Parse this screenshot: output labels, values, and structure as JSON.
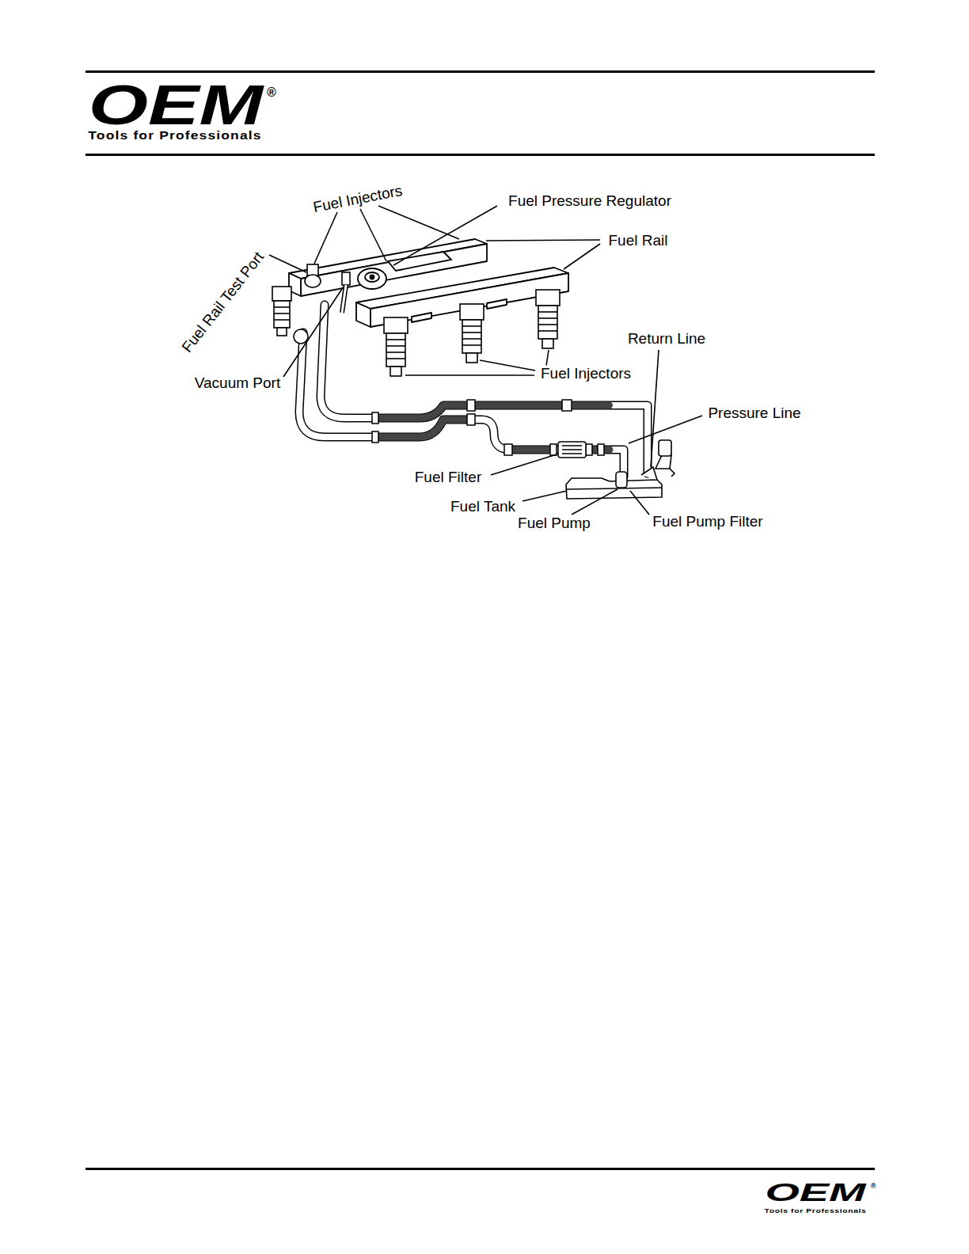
{
  "diagram": {
    "labels": [
      "OEM",
      "®",
      "Tools for Professionals",
      "Fuel Injectors",
      "Fuel Pressure Regulator",
      "Fuel Rail",
      "Fuel Rail Test Port",
      "Vacuum Port",
      "Return Line",
      "Fuel Injectors",
      "Pressure Line",
      "Fuel Filter",
      "Fuel Tank",
      "Fuel Pump",
      "Fuel Pump Filter",
      "OEM",
      "®",
      "Tools for Professionals"
    ]
  }
}
